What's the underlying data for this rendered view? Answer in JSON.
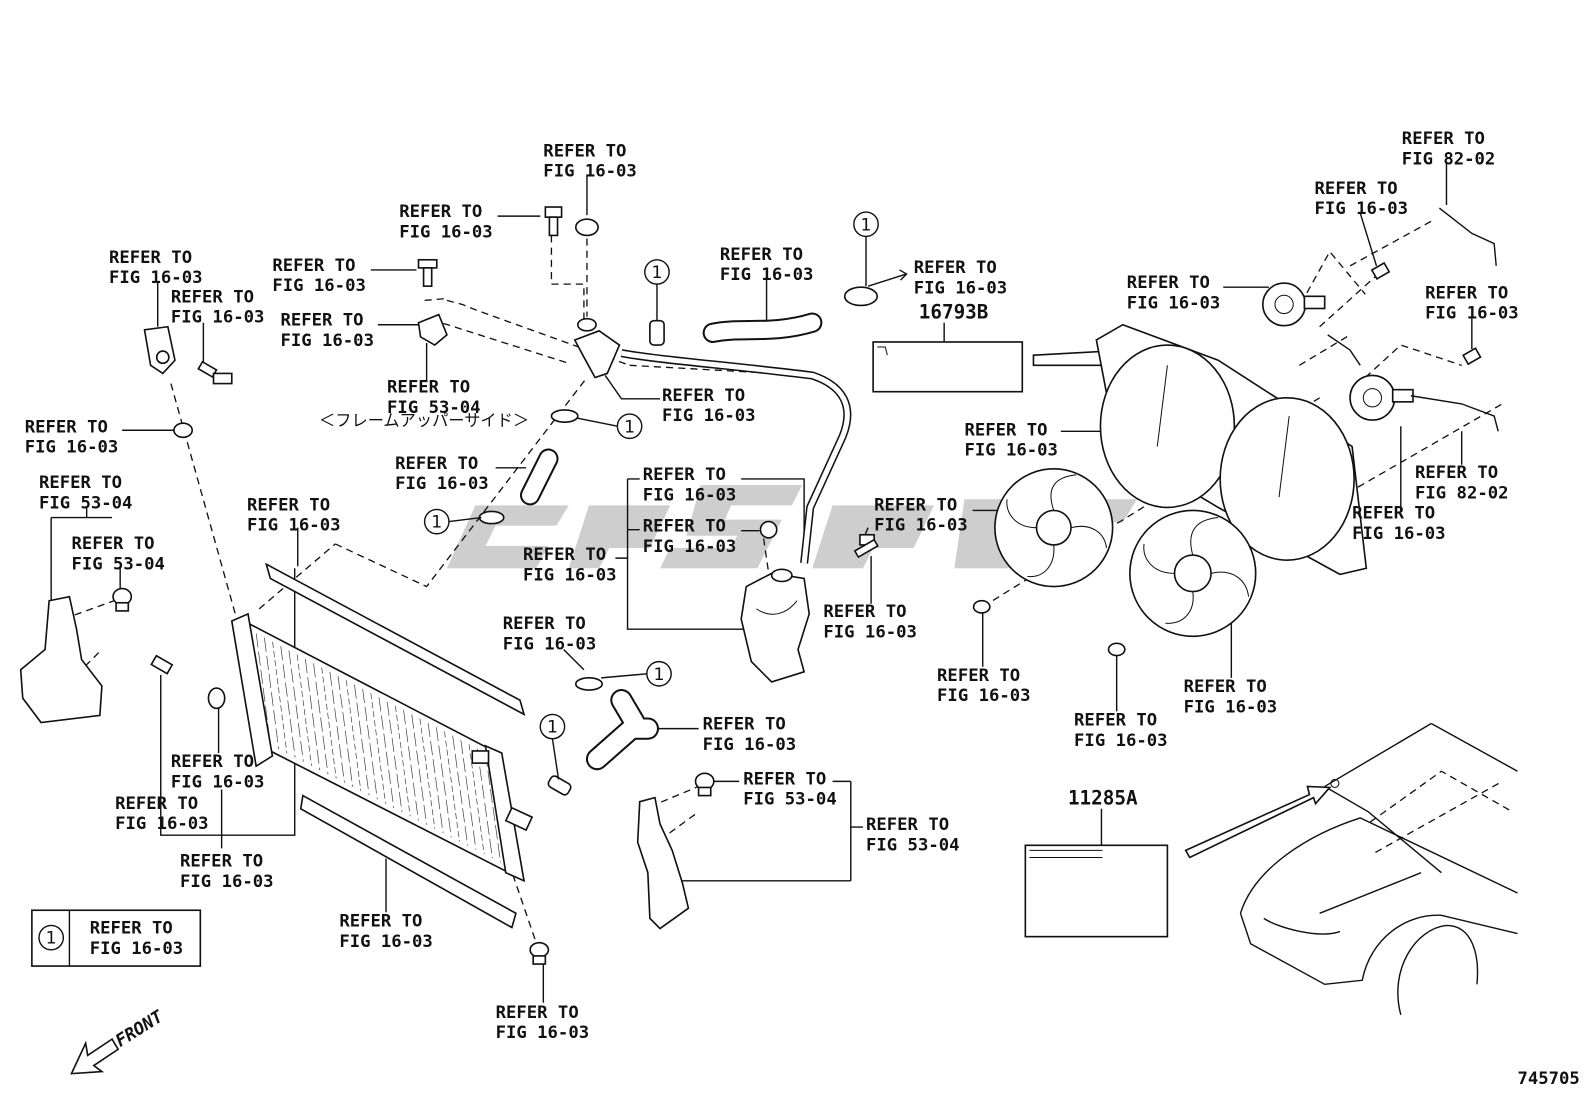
{
  "callouts": [
    {
      "line1": "REFER TO",
      "line2": "FIG 16-03"
    },
    {
      "line1": "REFER TO",
      "line2": "FIG 16-03"
    },
    {
      "line1": "REFER TO",
      "line2": "FIG 16-03"
    },
    {
      "line1": "REFER TO",
      "line2": "FIG 16-03"
    },
    {
      "line1": "REFER TO",
      "line2": "FIG 16-03"
    },
    {
      "line1": "REFER TO",
      "line2": "FIG 16-03"
    },
    {
      "line1": "REFER TO",
      "line2": "FIG 53-04"
    },
    {
      "line1": "REFER TO",
      "line2": "FIG 16-03"
    },
    {
      "line1": "REFER TO",
      "line2": "FIG 53-04"
    },
    {
      "line1": "REFER TO",
      "line2": "FIG 53-04"
    },
    {
      "line1": "REFER TO",
      "line2": "FIG 16-03"
    },
    {
      "line1": "REFER TO",
      "line2": "FIG 16-03"
    },
    {
      "line1": "REFER TO",
      "line2": "FIG 16-03"
    },
    {
      "line1": "REFER TO",
      "line2": "FIG 16-03"
    },
    {
      "line1": "REFER TO",
      "line2": "FIG 16-03"
    },
    {
      "line1": "REFER TO",
      "line2": "FIG 16-03"
    },
    {
      "line1": "REFER TO",
      "line2": "FIG 16-03"
    },
    {
      "line1": "REFER TO",
      "line2": "FIG 16-03"
    },
    {
      "line1": "REFER TO",
      "line2": "FIG 16-03"
    },
    {
      "line1": "REFER TO",
      "line2": "FIG 16-03"
    },
    {
      "line1": "REFER TO",
      "line2": "FIG 16-03"
    },
    {
      "line1": "REFER TO",
      "line2": "FIG 16-03"
    },
    {
      "line1": "REFER TO",
      "line2": "FIG 82-02"
    },
    {
      "line1": "REFER TO",
      "line2": "FIG 16-03"
    },
    {
      "line1": "REFER TO",
      "line2": "FIG 82-02"
    },
    {
      "line1": "REFER TO",
      "line2": "FIG 16-03"
    },
    {
      "line1": "REFER TO",
      "line2": "FIG 16-03"
    },
    {
      "line1": "REFER TO",
      "line2": "FIG 16-03"
    },
    {
      "line1": "REFER TO",
      "line2": "FIG 16-03"
    },
    {
      "line1": "REFER TO",
      "line2": "FIG 16-03"
    },
    {
      "line1": "REFER TO",
      "line2": "FIG 16-03"
    },
    {
      "line1": "REFER TO",
      "line2": "FIG 16-03"
    },
    {
      "line1": "REFER TO",
      "line2": "FIG 53-04"
    },
    {
      "line1": "REFER TO",
      "line2": "FIG 53-04"
    },
    {
      "line1": "REFER TO",
      "line2": "FIG 16-03"
    },
    {
      "line1": "REFER TO",
      "line2": "FIG 16-03"
    },
    {
      "line1": "REFER TO",
      "line2": "FIG 16-03"
    },
    {
      "line1": "REFER TO",
      "line2": "FIG 16-03"
    },
    {
      "line1": "REFER TO",
      "line2": "FIG 16-03"
    }
  ],
  "frame_note": "＜フレームアッパーサイド＞",
  "part_numbers": {
    "label_a": "16793B",
    "label_b": "11285A"
  },
  "marker": "1",
  "legend": {
    "marker": "1",
    "line1": "REFER TO",
    "line2": "FIG 16-03"
  },
  "front_label": "FRONT",
  "figure_id": "745705",
  "icons": [
    "front-arrow-icon",
    "reference-marker-icon"
  ]
}
